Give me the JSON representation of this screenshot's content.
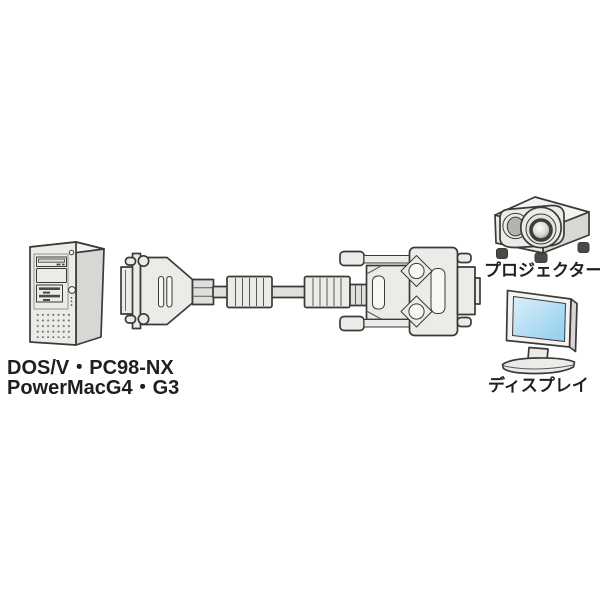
{
  "page": {
    "background": "#ffffff"
  },
  "palette": {
    "outline": "#3b3a38",
    "fill_light": "#ecebe8",
    "fill_mid": "#e0dfdc",
    "fill_shade": "#d8d7d4",
    "fill_top": "#f4f3f1",
    "fill_white": "#f7f7f5",
    "dark_accent": "#4b4a47",
    "screen_top": "#dceffa",
    "screen_bottom": "#8fcdee",
    "text": "#1f1f1d"
  },
  "labels": {
    "computer_line1": "DOS/V・PC98-NX",
    "computer_line2": "PowerMacG4・G3",
    "projector": "プロジェクター",
    "display": "ディスプレイ"
  },
  "illustrations": {
    "computer": "desktop-pc-tower-icon",
    "cable": "vga-dsub-cable-with-ferrite-cores-icon",
    "projector": "projector-icon",
    "display": "lcd-monitor-icon"
  }
}
